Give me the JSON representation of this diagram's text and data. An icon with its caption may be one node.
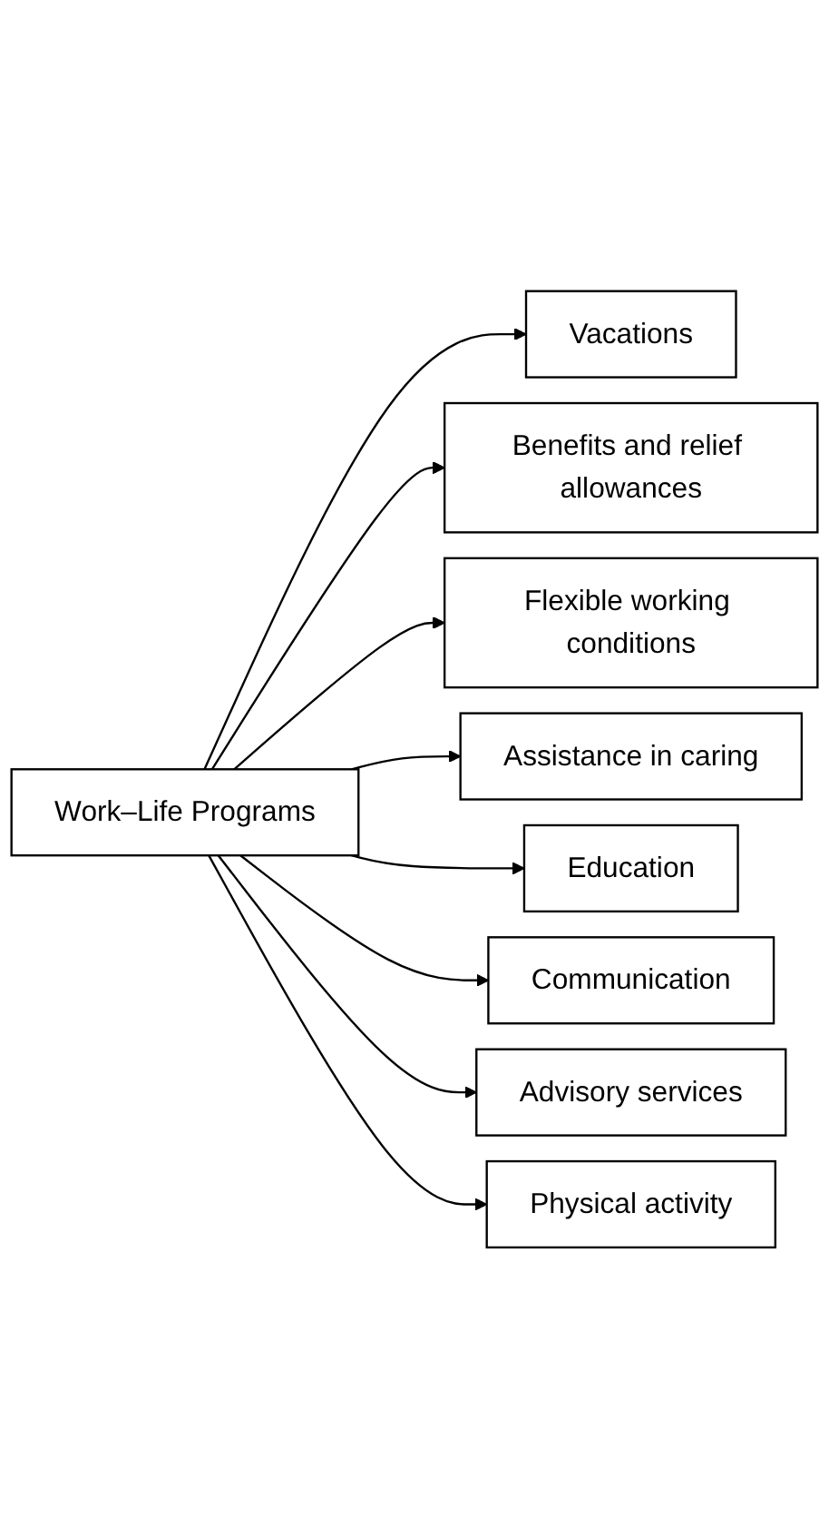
{
  "diagram": {
    "nodes": [
      {
        "text": [
          "Work–Life Programs"
        ]
      },
      {
        "text": [
          "Vacations"
        ]
      },
      {
        "text": [
          "Benefits and relief allowances"
        ]
      },
      {
        "text": [
          "Flexible working conditions"
        ]
      },
      {
        "text": [
          "Assistance in caring"
        ]
      },
      {
        "text": [
          "Education"
        ]
      },
      {
        "text": [
          "Communication"
        ]
      },
      {
        "text": [
          "Advisory services"
        ]
      },
      {
        "text": [
          "Physical activity"
        ]
      }
    ],
    "edges": [
      {
        "from": 0,
        "to": 1,
        "arrow": "to"
      },
      {
        "from": 0,
        "to": 2,
        "arrow": "to"
      },
      {
        "from": 0,
        "to": 3,
        "arrow": "to"
      },
      {
        "from": 0,
        "to": 4,
        "arrow": "to"
      },
      {
        "from": 0,
        "to": 5,
        "arrow": "to"
      },
      {
        "from": 0,
        "to": 6,
        "arrow": "to"
      },
      {
        "from": 0,
        "to": 7,
        "arrow": "to"
      },
      {
        "from": 0,
        "to": 8,
        "arrow": "to"
      }
    ]
  }
}
